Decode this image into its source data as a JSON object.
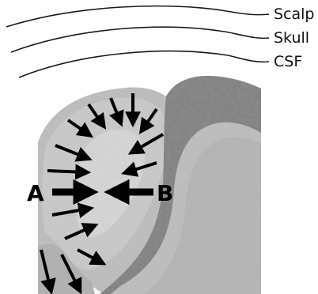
{
  "layers": [
    {
      "key": "scalp",
      "label": "Scalp"
    },
    {
      "key": "skull",
      "label": "Skull"
    },
    {
      "key": "csf",
      "label": "CSF"
    }
  ],
  "markers": {
    "a": "A",
    "b": "B"
  },
  "colors": {
    "layer_line": "#1a1a1a",
    "arrow": "#000000",
    "tissue_light": "#c8c8c8",
    "tissue_mid": "#a8a8a8",
    "tissue_dark": "#7e7e7e",
    "white_matter": "#cfcfcf"
  }
}
